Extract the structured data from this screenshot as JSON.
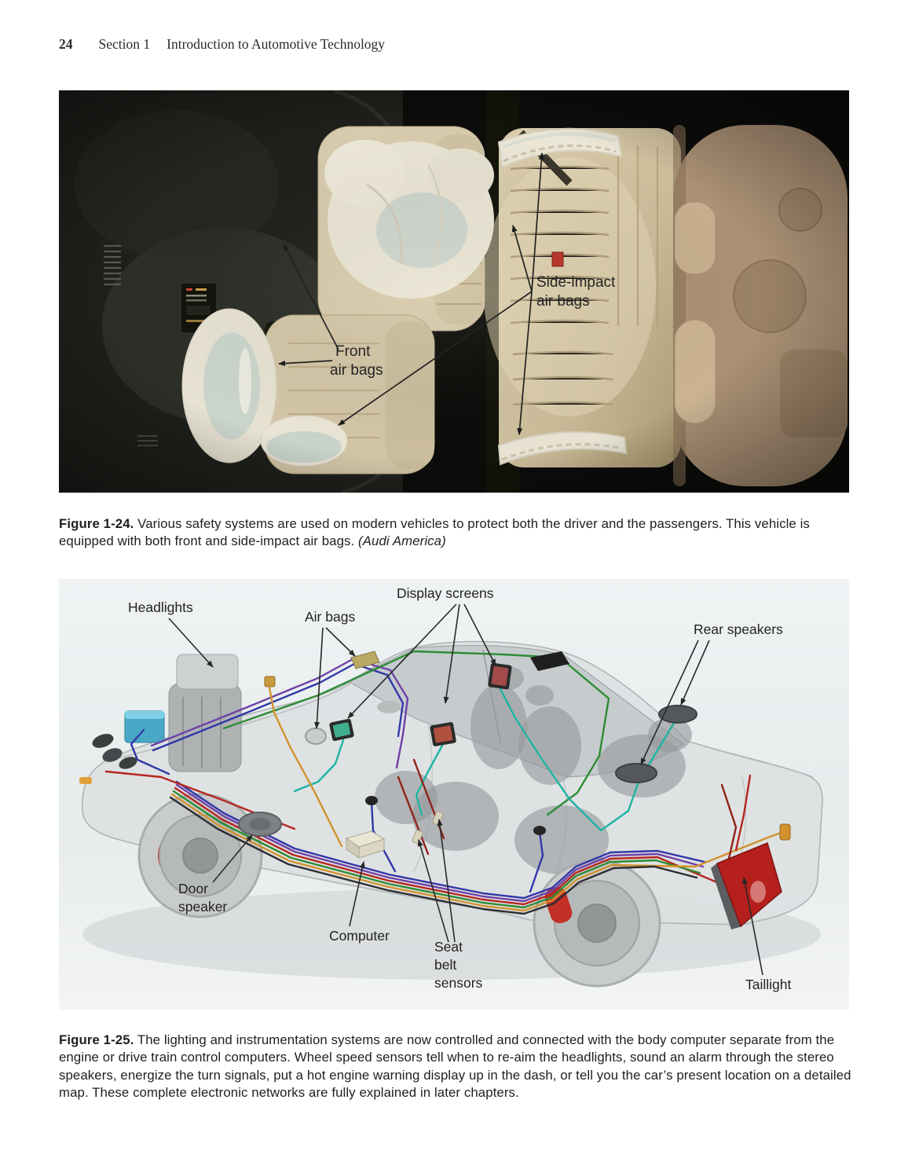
{
  "page": {
    "number": "24",
    "section": "Section 1",
    "title": "Introduction to Automotive Technology"
  },
  "figure_photo": {
    "labels": {
      "side_impact_line1": "Side-impact",
      "side_impact_line2": "air bags",
      "front_line1": "Front",
      "front_line2": "air bags"
    },
    "caption_bold": "Figure 1-24.",
    "caption_text": " Various safety systems are used on modern vehicles to protect both the driver and the passengers. This vehicle is equipped with both front and side-impact air bags. ",
    "caption_italic": "(Audi America)"
  },
  "figure_diagram": {
    "labels": {
      "headlights": "Headlights",
      "air_bags": "Air bags",
      "display_screens": "Display screens",
      "rear_speakers": "Rear speakers",
      "door_speaker_line1": "Door",
      "door_speaker_line2": "speaker",
      "computer": "Computer",
      "seat_belt_line1": "Seat",
      "seat_belt_line2": "belt",
      "seat_belt_line3": "sensors",
      "taillight": "Taillight"
    },
    "wire_colors": {
      "blue": "#3238a8",
      "purple": "#6f41a6",
      "red": "#b5271f",
      "dark_red": "#8e231b",
      "green": "#2e8c35",
      "teal": "#1db4a2",
      "orange": "#d2922d",
      "black": "#2d2d33"
    },
    "part_colors": {
      "battery_blue": "#49a8c6",
      "brake_red": "#c33026",
      "taillight_red": "#b51f1c",
      "amber_marker": "#e2a03c"
    }
  }
}
